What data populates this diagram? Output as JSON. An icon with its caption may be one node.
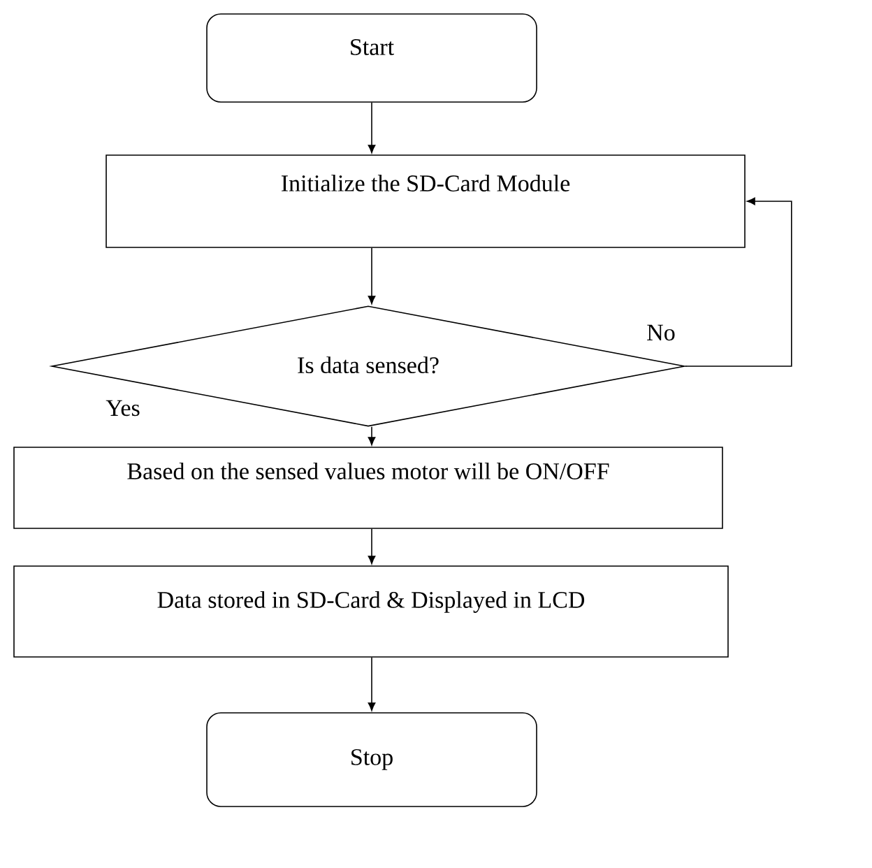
{
  "diagram": {
    "nodes": [
      {
        "text": [
          "Start"
        ]
      },
      {
        "text": [
          "Initialize the SD-Card Module"
        ]
      },
      {
        "text": [
          "Is data sensed?"
        ]
      },
      {
        "text": [
          "Based on the sensed values motor will be ON/OFF"
        ]
      },
      {
        "text": [
          "Data stored in SD-Card & Displayed in LCD"
        ]
      },
      {
        "text": [
          "Stop"
        ]
      }
    ],
    "edges": [
      {
        "from": 0,
        "to": 1,
        "arrow": "to"
      },
      {
        "from": 1,
        "to": 2,
        "arrow": "to"
      },
      {
        "from": 2,
        "to": 3,
        "arrow": "to"
      },
      {
        "from": 2,
        "to": 1,
        "arrow": "to",
        "label": "No"
      },
      {
        "from": 3,
        "to": 4,
        "arrow": "to"
      },
      {
        "from": 4,
        "to": 5,
        "arrow": "to"
      }
    ],
    "labels": [
      "Yes"
    ]
  }
}
